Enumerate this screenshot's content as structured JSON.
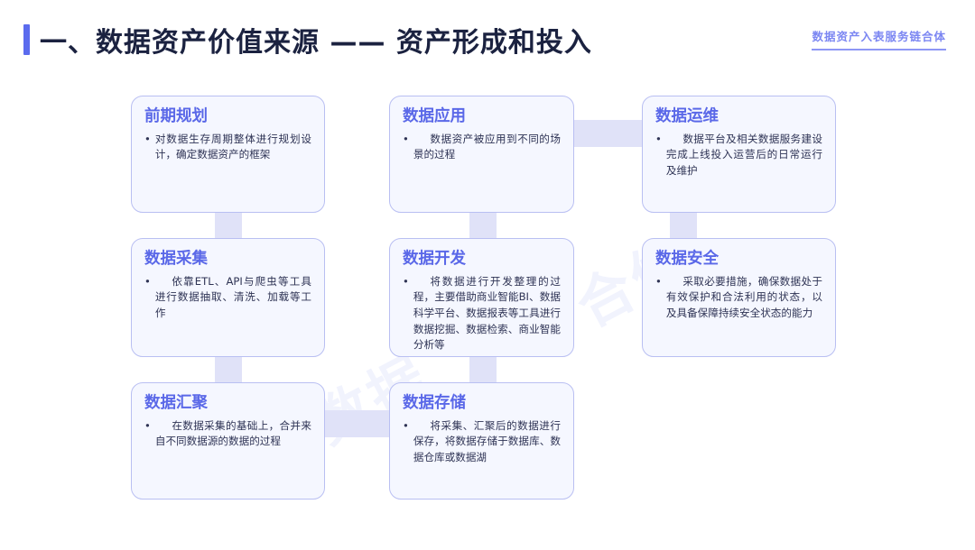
{
  "header": {
    "title": "一、数据资产价值来源 —— 资产形成和投入",
    "corner_tag": "数据资产入表服务链合体",
    "accent_color": "#5b6bee",
    "title_color": "#1b2240",
    "tag_color": "#7b86f2"
  },
  "watermark": {
    "text_a": "数据",
    "text_b": "合体"
  },
  "theme": {
    "card_bg": "#f5f7ff",
    "card_border": "#b9bff2",
    "card_title_color": "#5a68e8",
    "card_text_color": "#2e3354",
    "connector_color": "#e0e2f8"
  },
  "diagram": {
    "type": "flow-grid",
    "bullet_glyph": "•",
    "cards": [
      {
        "id": "pre-planning",
        "title": "前期规划",
        "bullet": "对数据生存周期整体进行规划设计，确定数据资产的框架",
        "indent": false,
        "row": 1,
        "col": 1
      },
      {
        "id": "data-application",
        "title": "数据应用",
        "bullet": "数据资产被应用到不同的场景的过程",
        "indent": true,
        "row": 1,
        "col": 2
      },
      {
        "id": "data-operation",
        "title": "数据运维",
        "bullet": "数据平台及相关数据服务建设完成上线投入运营后的日常运行及维护",
        "indent": true,
        "row": 1,
        "col": 3
      },
      {
        "id": "data-collection",
        "title": "数据采集",
        "bullet": "依靠ETL、API与爬虫等工具进行数据抽取、清洗、加载等工作",
        "indent": true,
        "row": 2,
        "col": 1
      },
      {
        "id": "data-development",
        "title": "数据开发",
        "bullet": "将数据进行开发整理的过程，主要借助商业智能BI、数据科学平台、数据报表等工具进行数据挖掘、数据检索、商业智能分析等",
        "indent": true,
        "row": 2,
        "col": 2
      },
      {
        "id": "data-security",
        "title": "数据安全",
        "bullet": "采取必要措施，确保数据处于有效保护和合法利用的状态，以及具备保障持续安全状态的能力",
        "indent": true,
        "row": 2,
        "col": 3
      },
      {
        "id": "data-aggregation",
        "title": "数据汇聚",
        "bullet": "在数据采集的基础上，合并来自不同数据源的数据的过程",
        "indent": true,
        "row": 3,
        "col": 1
      },
      {
        "id": "data-storage",
        "title": "数据存储",
        "bullet": "将采集、汇聚后的数据进行保存，将数据存储于数据库、数据仓库或数据湖",
        "indent": true,
        "row": 3,
        "col": 2
      }
    ],
    "connectors": [
      {
        "id": "pre-planning-to-collection",
        "orientation": "vertical"
      },
      {
        "id": "collection-to-aggregation",
        "orientation": "vertical"
      },
      {
        "id": "aggregation-to-storage",
        "orientation": "horizontal"
      },
      {
        "id": "storage-to-development",
        "orientation": "vertical"
      },
      {
        "id": "development-to-application",
        "orientation": "vertical"
      },
      {
        "id": "application-to-operation",
        "orientation": "horizontal"
      },
      {
        "id": "operation-to-security",
        "orientation": "vertical"
      }
    ]
  }
}
